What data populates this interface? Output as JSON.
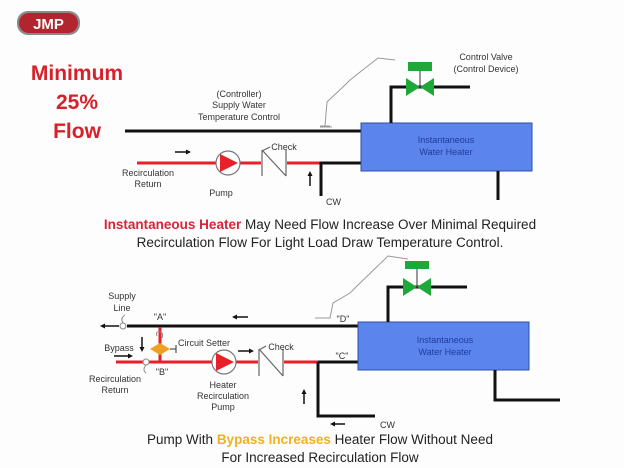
{
  "logo": {
    "text": "JMP",
    "color": "#b3252e"
  },
  "headline": {
    "line1": "Minimum",
    "line2": "25%",
    "line3": "Flow",
    "color": "#d8202a"
  },
  "colors": {
    "supply_pipe": "#111111",
    "recirc_pipe": "#e8202a",
    "heater_fill": "#5b84ec",
    "heater_text": "#1f3c9e",
    "valve": "#1ea83a",
    "bypass_valve": "#f0a020",
    "highlight_red": "#d8233a",
    "highlight_gold": "#f0b020"
  },
  "top_diagram": {
    "controller_label": [
      "(Controller)",
      "Supply Water",
      "Temperature Control"
    ],
    "control_valve_label": [
      "Control Valve",
      "(Control Device)"
    ],
    "heater_label": [
      "Instantaneous",
      "Water Heater"
    ],
    "check_label": "Check",
    "pump_label": "Pump",
    "recirc_label": [
      "Recirculation",
      "Return"
    ],
    "cw_label": "CW"
  },
  "caption1": {
    "highlight": "Instantaneous Heater",
    "rest_line1": " May Need Flow Increase Over Minimal Required",
    "line2": "Recirculation Flow For Light Load Draw Temperature Control."
  },
  "bottom_diagram": {
    "supply_label": [
      "Supply",
      "Line"
    ],
    "point_a": "\"A\"",
    "point_b": "\"B\"",
    "point_c": "\"C\"",
    "point_d": "\"D\"",
    "bypass_label": "Bypass",
    "circuit_setter_label": "Circuit Setter",
    "check_label": "Check",
    "recirc_label": [
      "Recirculation",
      "Return"
    ],
    "pump_label": [
      "Heater",
      "Recirculation",
      "Pump"
    ],
    "heater_label": [
      "Instantaneous",
      "Water Heater"
    ],
    "cw_label": "CW"
  },
  "caption2": {
    "pre": "Pump With ",
    "highlight": "Bypass Increases",
    "post_line1": " Heater Flow Without Need",
    "line2": "For Increased Recirculation Flow"
  }
}
